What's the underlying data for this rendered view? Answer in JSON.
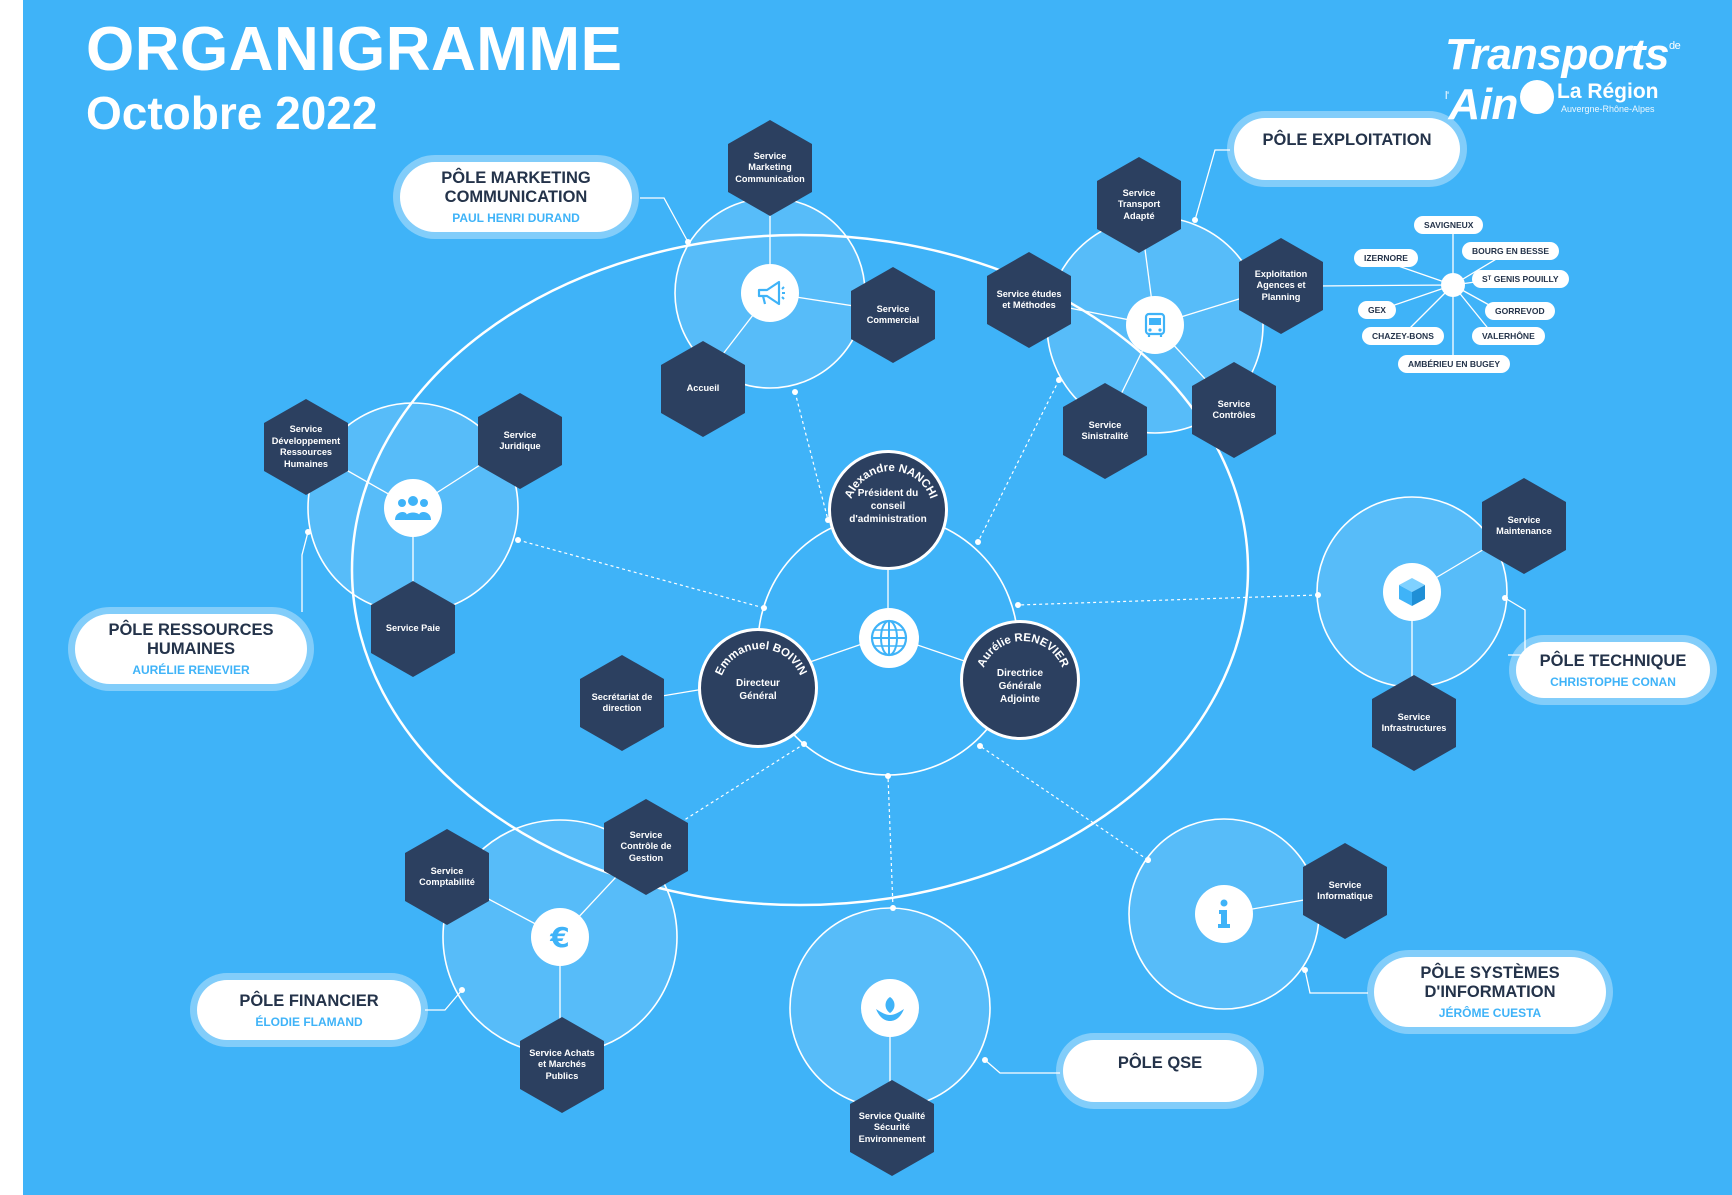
{
  "header": {
    "title": "ORGANIGRAMME",
    "subtitle": "Octobre 2022"
  },
  "logo": {
    "brand": "Transports",
    "brand_suffix": "de l'",
    "brand_end": "Ain",
    "region": "La Région",
    "region_sub": "Auvergne-Rhône-Alpes"
  },
  "center": {
    "president": {
      "name": "Alexandre NANCHI",
      "role": "Président du conseil d'administration"
    },
    "dg": {
      "name": "Emmanuel BOIVIN",
      "role": "Directeur Général"
    },
    "dga": {
      "name": "Aurélie RENEVIER",
      "role": "Directrice Générale Adjointe"
    },
    "secretariat": "Secrétariat de direction"
  },
  "poles": {
    "marketing": {
      "title": "PÔLE MARKETING COMMUNICATION",
      "head": "PAUL HENRI DURAND",
      "icon": "megaphone-icon",
      "services": {
        "smc": "Service Marketing Communication",
        "commercial": "Service Commercial",
        "accueil": "Accueil"
      }
    },
    "exploitation": {
      "title": "PÔLE EXPLOITATION",
      "icon": "bus-icon",
      "services": {
        "sta": "Service Transport Adapté",
        "etudes": "Service études et Méthodes",
        "agences": "Exploitation Agences et Planning",
        "sinistralite": "Service Sinistralité",
        "controles": "Service Contrôles"
      },
      "agences": [
        "SAVIGNEUX",
        "IZERNORE",
        "BOURG EN BESSE",
        "Sᵀ GENIS POUILLY",
        "GEX",
        "GORREVOD",
        "CHAZEY-BONS",
        "VALERHÔNE",
        "AMBÉRIEU EN BUGEY"
      ]
    },
    "rh": {
      "title": "PÔLE RESSOURCES HUMAINES",
      "head": "AURÉLIE RENEVIER",
      "icon": "people-icon",
      "services": {
        "sdrh": "Service Développement Ressources Humaines",
        "juridique": "Service Juridique",
        "paie": "Service Paie"
      }
    },
    "technique": {
      "title": "PÔLE TECHNIQUE",
      "head": "CHRISTOPHE CONAN",
      "icon": "cube-icon",
      "services": {
        "maintenance": "Service Maintenance",
        "infra": "Service Infrastructures"
      }
    },
    "financier": {
      "title": "PÔLE FINANCIER",
      "head": "ÉLODIE FLAMAND",
      "icon": "euro-icon",
      "services": {
        "compta": "Service Comptabilité",
        "cdg": "Service Contrôle de Gestion",
        "achats": "Service Achats et Marchés Publics"
      }
    },
    "qse": {
      "title": "PÔLE QSE",
      "icon": "hands-plant-icon",
      "services": {
        "qse": "Service Qualité Sécurité Environnement"
      }
    },
    "si": {
      "title": "PÔLE SYSTÈMES D'INFORMATION",
      "head": "JÉRÔME CUESTA",
      "icon": "info-icon",
      "services": {
        "info": "Service Informatique"
      }
    }
  },
  "colors": {
    "background": "#3fb3f8",
    "node": "#2c4060",
    "circle": "#5cc2fb",
    "accent": "#3fb3f8"
  }
}
